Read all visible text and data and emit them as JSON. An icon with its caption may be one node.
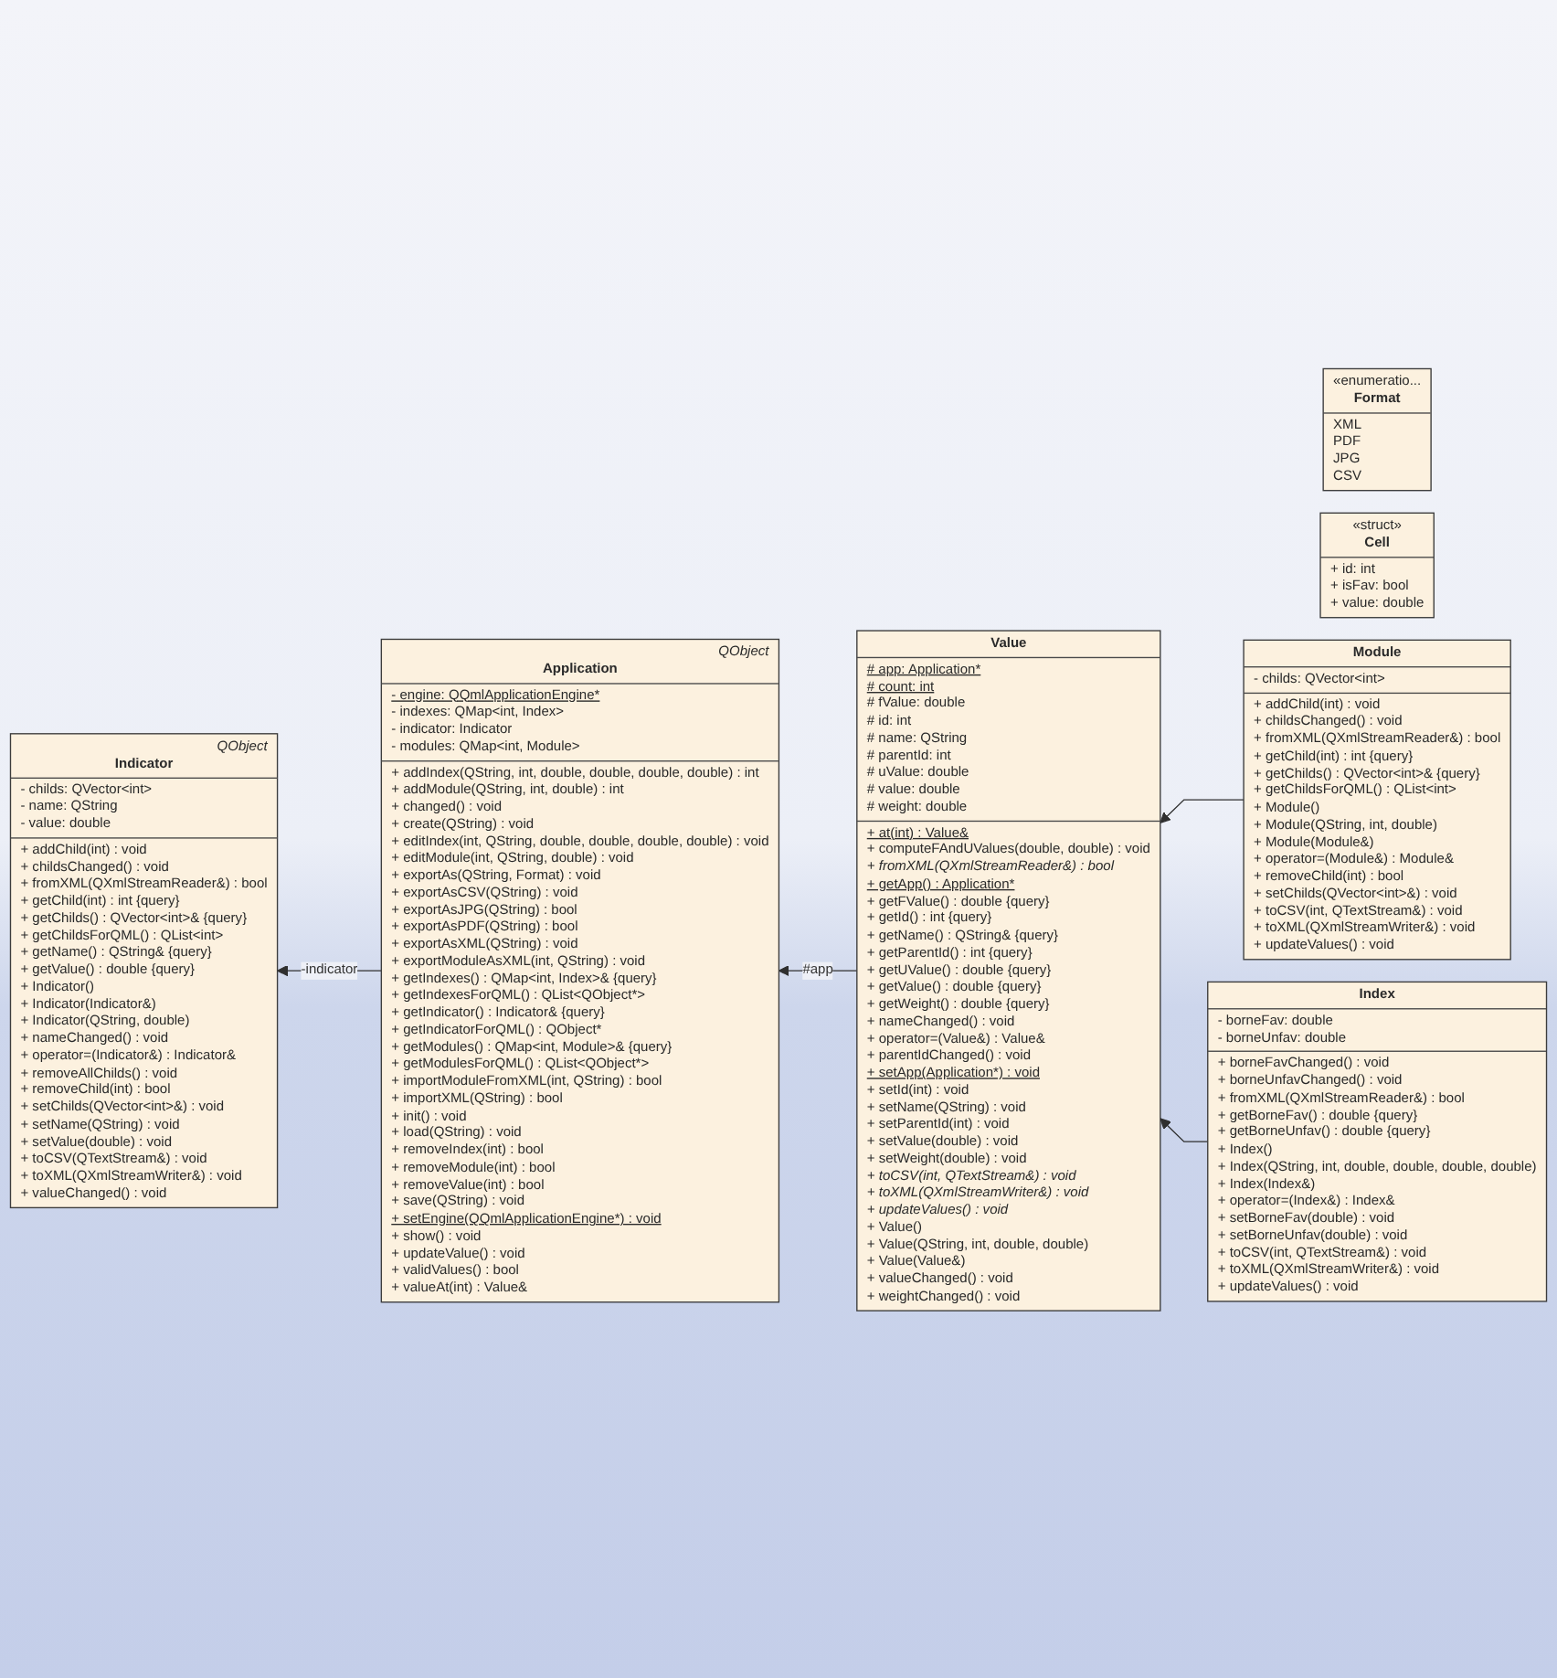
{
  "diagram": {
    "nodes": [
      {
        "text": [
          "QObject",
          "Indicator",
          "- childs: QVector<int>",
          "- name: QString",
          "- value: double",
          "+ addChild(int) : void",
          "+ childsChanged() : void",
          "+ fromXML(QXmlStreamReader&) : bool",
          "+ getChild(int) : int {query}",
          "+ getChilds() : QVector<int>& {query}",
          "+ getChildsForQML() : QList<int>",
          "+ getName() : QString& {query}",
          "+ getValue() : double {query}",
          "+ Indicator()",
          "+ Indicator(Indicator&)",
          "+ Indicator(QString, double)",
          "+ nameChanged() : void",
          "+ operator=(Indicator&) : Indicator&",
          "+ removeAllChilds() : void",
          "+ removeChild(int) : bool",
          "+ setChilds(QVector<int>&) : void",
          "+ setName(QString) : void",
          "+ setValue(double) : void",
          "+ toCSV(QTextStream&) : void",
          "+ toXML(QXmlStreamWriter&) : void",
          "+ valueChanged() : void"
        ]
      },
      {
        "text": [
          "QObject",
          "Application",
          "- engine: QQmlApplicationEngine*",
          "- indexes: QMap<int, Index>",
          "- indicator: Indicator",
          "- modules: QMap<int, Module>",
          "+ addIndex(QString, int, double, double, double, double) : int",
          "+ addModule(QString, int, double) : int",
          "+ changed() : void",
          "+ create(QString) : void",
          "+ editIndex(int, QString, double, double, double, double) : void",
          "+ editModule(int, QString, double) : void",
          "+ exportAs(QString, Format) : void",
          "+ exportAsCSV(QString) : void",
          "+ exportAsJPG(QString) : bool",
          "+ exportAsPDF(QString) : bool",
          "+ exportAsXML(QString) : void",
          "+ exportModuleAsXML(int, QString) : void",
          "+ getIndexes() : QMap<int, Index>& {query}",
          "+ getIndexesForQML() : QList<QObject*>",
          "+ getIndicator() : Indicator& {query}",
          "+ getIndicatorForQML() : QObject*",
          "+ getModules() : QMap<int, Module>& {query}",
          "+ getModulesForQML() : QList<QObject*>",
          "+ importModuleFromXML(int, QString) : bool",
          "+ importXML(QString) : bool",
          "+ init() : void",
          "+ load(QString) : void",
          "+ removeIndex(int) : bool",
          "+ removeModule(int) : bool",
          "+ removeValue(int) : bool",
          "+ save(QString) : void",
          "+ setEngine(QQmlApplicationEngine*) : void",
          "+ show() : void",
          "+ updateValue() : void",
          "+ validValues() : bool",
          "+ valueAt(int) : Value&"
        ]
      },
      {
        "text": [
          "Value",
          "# app: Application*",
          "# count: int",
          "# fValue: double",
          "# id: int",
          "# name: QString",
          "# parentId: int",
          "# uValue: double",
          "# value: double",
          "# weight: double",
          "+ at(int) : Value&",
          "+ computeFAndUValues(double, double) : void",
          "+ fromXML(QXmlStreamReader&) : bool",
          "+ getApp() : Application*",
          "+ getFValue() : double {query}",
          "+ getId() : int {query}",
          "+ getName() : QString& {query}",
          "+ getParentId() : int {query}",
          "+ getUValue() : double {query}",
          "+ getValue() : double {query}",
          "+ getWeight() : double {query}",
          "+ nameChanged() : void",
          "+ operator=(Value&) : Value&",
          "+ parentIdChanged() : void",
          "+ setApp(Application*) : void",
          "+ setId(int) : void",
          "+ setName(QString) : void",
          "+ setParentId(int) : void",
          "+ setValue(double) : void",
          "+ setWeight(double) : void",
          "+ toCSV(int, QTextStream&) : void",
          "+ toXML(QXmlStreamWriter&) : void",
          "+ updateValues() : void",
          "+ Value()",
          "+ Value(QString, int, double, double)",
          "+ Value(Value&)",
          "+ valueChanged() : void",
          "+ weightChanged() : void"
        ]
      },
      {
        "text": [
          "«enumeratio...",
          "Format",
          "XML",
          "PDF",
          "JPG",
          "CSV"
        ]
      },
      {
        "text": [
          "«struct»",
          "Cell",
          "+ id: int",
          "+ isFav: bool",
          "+ value: double"
        ]
      },
      {
        "text": [
          "Module",
          "- childs: QVector<int>",
          "+ addChild(int) : void",
          "+ childsChanged() : void",
          "+ fromXML(QXmlStreamReader&) : bool",
          "+ getChild(int) : int {query}",
          "+ getChilds() : QVector<int>& {query}",
          "+ getChildsForQML() : QList<int>",
          "+ Module()",
          "+ Module(QString, int, double)",
          "+ Module(Module&)",
          "+ operator=(Module&) : Module&",
          "+ removeChild(int) : bool",
          "+ setChilds(QVector<int>&) : void",
          "+ toCSV(int, QTextStream&) : void",
          "+ toXML(QXmlStreamWriter&) : void",
          "+ updateValues() : void"
        ]
      },
      {
        "text": [
          "Index",
          "- borneFav: double",
          "- borneUnfav: double",
          "+ borneFavChanged() : void",
          "+ borneUnfavChanged() : void",
          "+ fromXML(QXmlStreamReader&) : bool",
          "+ getBorneFav() : double {query}",
          "+ getBorneUnfav() : double {query}",
          "+ Index()",
          "+ Index(QString, int, double, double, double, double)",
          "+ Index(Index&)",
          "+ operator=(Index&) : Index&",
          "+ setBorneFav(double) : void",
          "+ setBorneUnfav(double) : void",
          "+ toCSV(int, QTextStream&) : void",
          "+ toXML(QXmlStreamWriter&) : void",
          "+ updateValues() : void"
        ]
      }
    ],
    "edges": [
      {
        "from": 1,
        "to": 0,
        "arrow": "to",
        "label": "-indicator"
      },
      {
        "from": 2,
        "to": 1,
        "arrow": "to",
        "label": "#app"
      },
      {
        "from": 5,
        "to": 2,
        "arrow": "to"
      },
      {
        "from": 6,
        "to": 2,
        "arrow": "to"
      }
    ]
  }
}
